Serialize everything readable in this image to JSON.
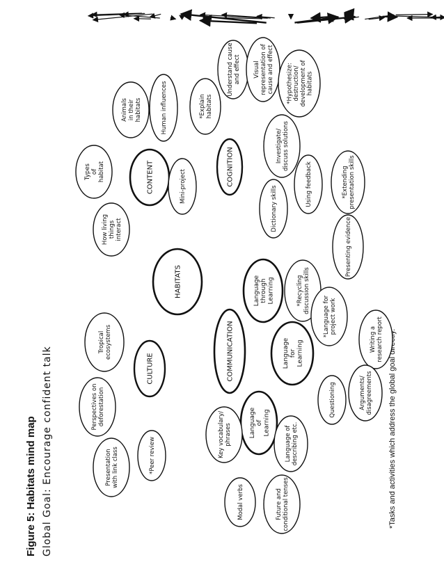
{
  "header": {
    "figure_title": "Figure 5: Habitats mind map",
    "global_goal": "Global Goal: Encourage confident talk"
  },
  "footnote": "*Tasks and activities which address the global goal directly.",
  "center": {
    "label": "HABITATS"
  },
  "hubs": {
    "content": "CONTENT",
    "cognition": "COGNITION",
    "culture": "CULTURE",
    "communication": "COMMUNICATION",
    "lang_through": "Language|through|Learning",
    "lang_for": "Language|for|Learning",
    "lang_of": "Language|of|Learning"
  },
  "leaves": {
    "types_of_habitat": "Types|of|habitat",
    "how_living_things": "How living|things|interact",
    "animals_in_habitats": "Animals|in their|habitats",
    "human_influences": "Human influences",
    "mini_project": "Mini-project",
    "explain_habitats": "*Explain|habitats",
    "cause_effect": "Understand cause|and effect",
    "visual_representation": "Visual|representation of|cause and effect",
    "hypothesize": "*Hypothesize:|destruction/|development of|habitats",
    "investigate": "Investigate/|discuss solutions",
    "tropical": "Tropical|ecosystems",
    "deforestation": "Perspectives on|deforestation",
    "link_class": "Presentation|with link class",
    "peer_review": "*Peer review",
    "dictionary": "Dictionary skills",
    "feedback": "Using feedback",
    "extending": "*Extending|presentation skills",
    "evidence": "Presenting evidence",
    "recycling": "*Recycling|discussion skills",
    "project_work": "*Language for|project work",
    "research_report": "Writing a|research report",
    "questioning": "Questioning",
    "arguments": "Arguments/|disagreements",
    "key_vocab": "Key vocabulary/|phrases",
    "describing": "Language of|describing etc.",
    "modal": "Modal verbs",
    "future": "Future and|conditional tenses"
  }
}
